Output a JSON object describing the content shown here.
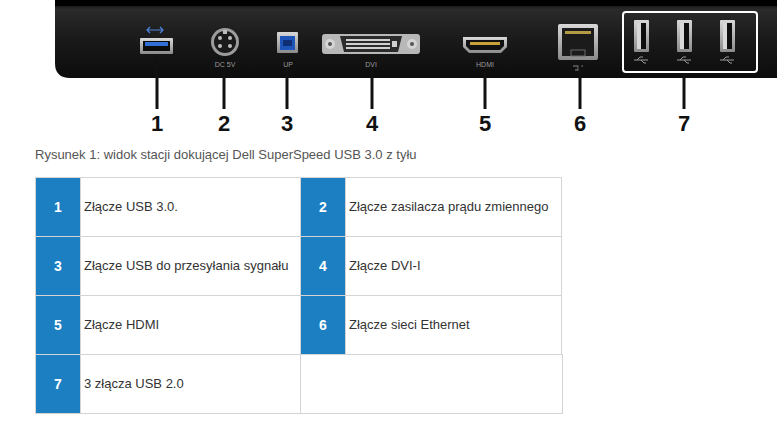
{
  "diagram": {
    "caption": "Rysunek 1: widok stacji dokującej Dell SuperSpeed USB 3.0 z tyłu",
    "labels": [
      "1",
      "2",
      "3",
      "4",
      "5",
      "6",
      "7",
      "DC 5V",
      "UP",
      "DVI",
      "HDMI",
      "1",
      "Złącze USB 3.0.",
      "2",
      "Złącze zasilacza prądu zmiennego",
      "3",
      "Złącze USB do przesyłania sygnału",
      "4",
      "Złącze DVI-I",
      "5",
      "Złącze HDMI",
      "6",
      "Złącze sieci Ethernet",
      "7",
      "3 złącza USB 2.0"
    ]
  }
}
